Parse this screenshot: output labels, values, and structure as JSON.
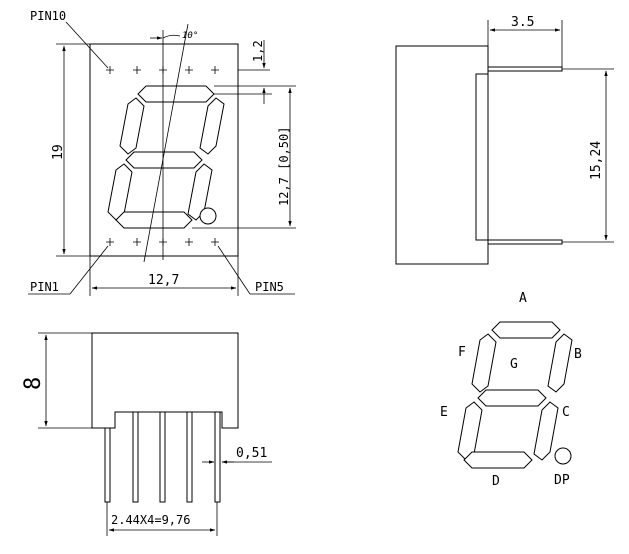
{
  "front_view": {
    "pin10_label": "PIN10",
    "pin1_label": "PIN1",
    "pin5_label": "PIN5",
    "angle_label": "10°",
    "height_dim": "19",
    "width_dim": "12,7",
    "top_offset_dim": "1,2",
    "digit_height_dim": "12,7 [0,50]"
  },
  "side_view": {
    "pin_length_dim": "3.5",
    "pin_spacing_dim": "15,24"
  },
  "bottom_view": {
    "height_dim": "8",
    "pin_width_dim": "0,51",
    "pitch_dim": "2.44X4=9,76"
  },
  "segment_map": {
    "a": "A",
    "b": "B",
    "c": "C",
    "d": "D",
    "e": "E",
    "f": "F",
    "g": "G",
    "dp": "DP"
  }
}
